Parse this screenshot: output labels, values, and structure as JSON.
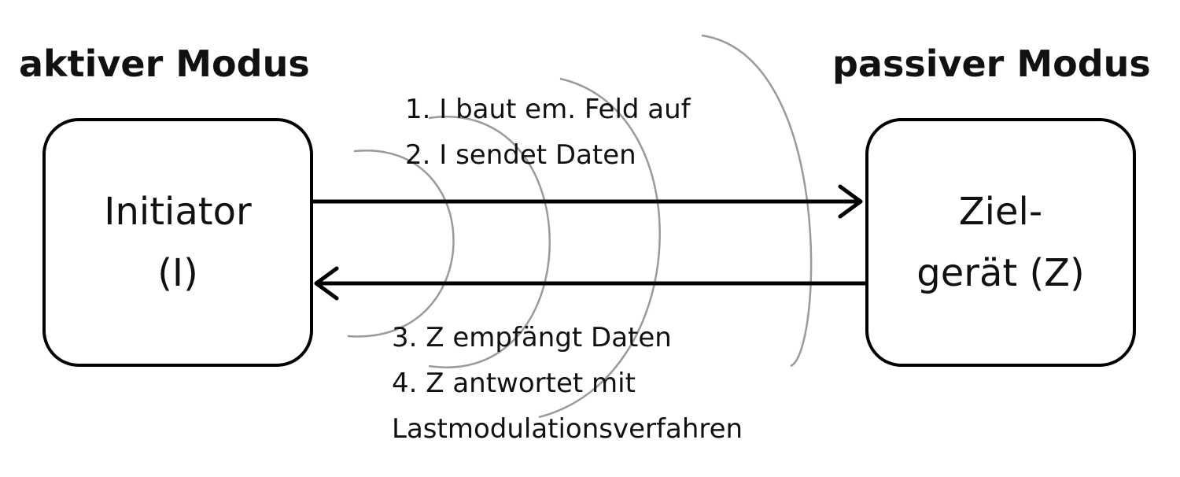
{
  "headings": {
    "active": "aktiver Modus",
    "passive": "passiver Modus"
  },
  "initiator": {
    "line1": "Initiator",
    "line2": "(I)"
  },
  "target": {
    "line1": "Ziel-",
    "line2": "gerät (Z)"
  },
  "steps_top": [
    "1. I baut em. Feld auf",
    "2. I sendet Daten"
  ],
  "steps_bottom": [
    "3. Z empfängt Daten",
    "4. Z antwortet mit",
    "Lastmodulationsverfahren"
  ],
  "colors": {
    "stroke": "#000000",
    "wave": "#9a9a9a",
    "background": "#ffffff"
  }
}
